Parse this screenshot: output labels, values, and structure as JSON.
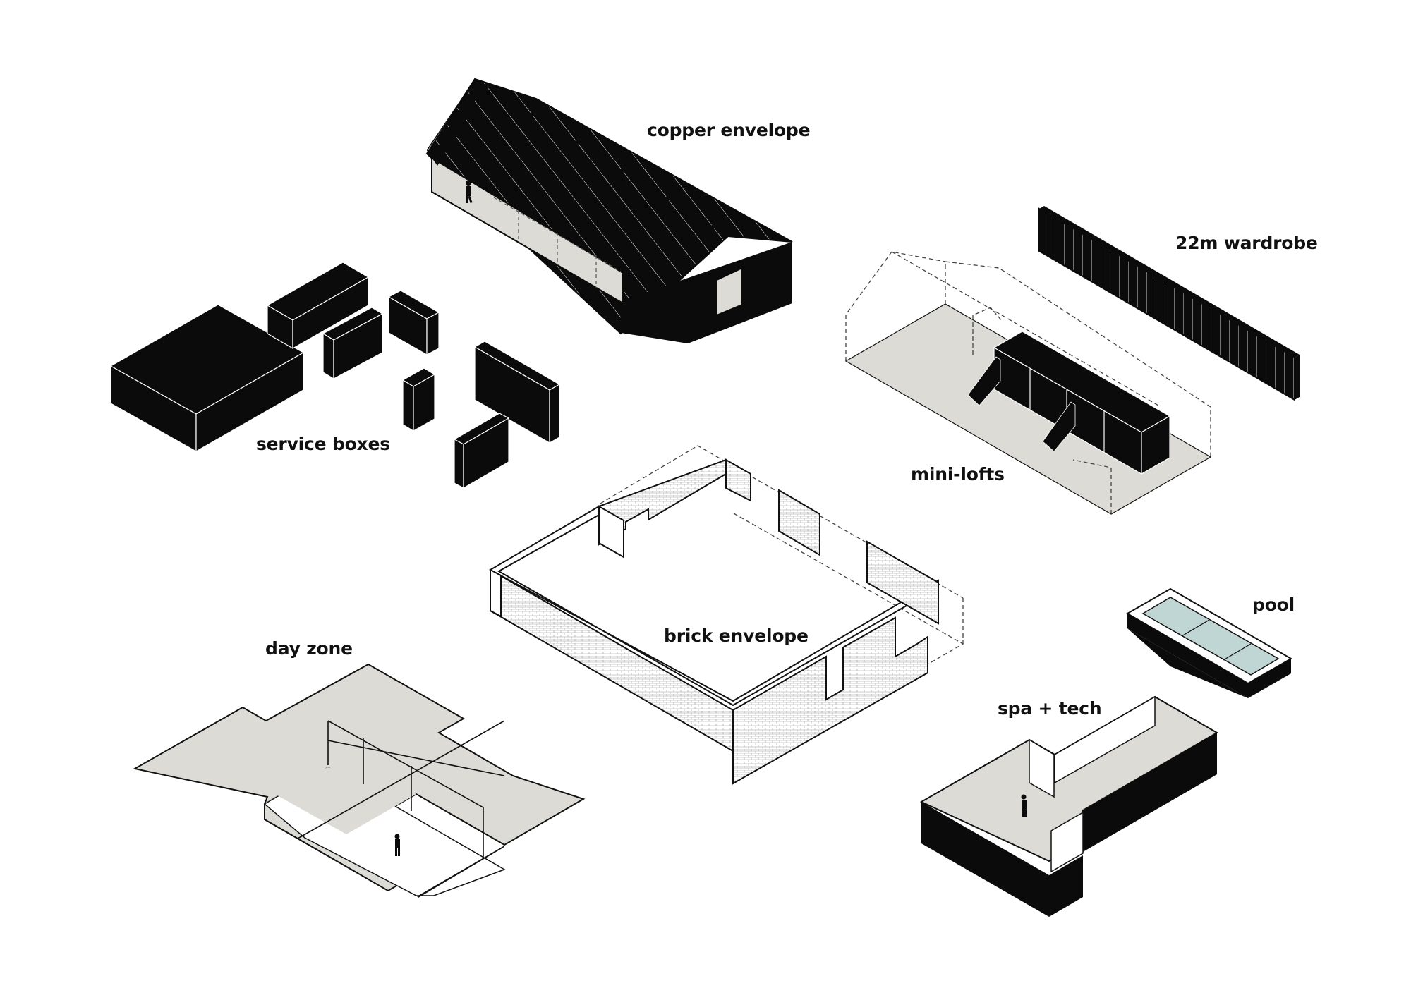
{
  "labels": {
    "copper_envelope": "copper envelope",
    "wardrobe": "22m wardrobe",
    "service_boxes": "service boxes",
    "mini_lofts": "mini-lofts",
    "brick_envelope": "brick envelope",
    "pool": "pool",
    "day_zone": "day zone",
    "spa_tech": "spa + tech"
  },
  "colors": {
    "background": "#ffffff",
    "solid": "#0b0b0b",
    "floor_grey": "#dcdbd6",
    "pool_water": "#bfd6d4",
    "line": "#111111"
  }
}
